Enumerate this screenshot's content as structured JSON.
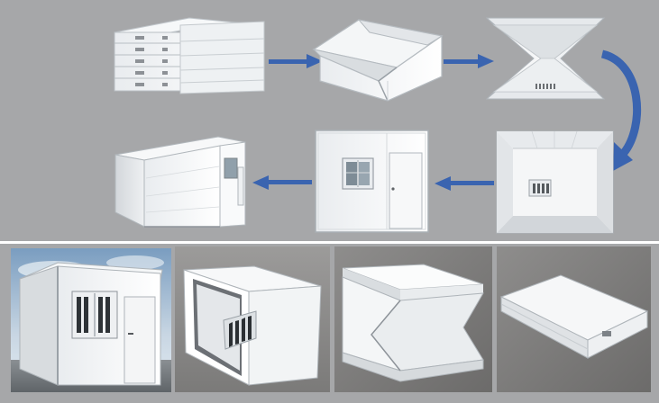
{
  "figure": {
    "background": "#a6a7a9",
    "arrow_color": "#3a64b0",
    "panel_white": "#f3f5f6",
    "panel_edge": "#cfd4d8",
    "metal_grey": "#8d9196",
    "sky_top": "#7a9dc0",
    "sky_bottom": "#e3ebf2",
    "floor_dark": "#6f6e6e"
  },
  "top_sequence": [
    {
      "step": 1,
      "state": "stacked-flat-panels"
    },
    {
      "step": 2,
      "state": "half-unfolded"
    },
    {
      "step": 3,
      "state": "frame-opening"
    },
    {
      "step": 4,
      "state": "open-frame-interior"
    },
    {
      "step": 5,
      "state": "closed-container-with-window-and-door"
    },
    {
      "step": 6,
      "state": "assembled-long-container"
    }
  ],
  "arrows": [
    {
      "from": 1,
      "to": 2,
      "icon": "arrow-right-icon"
    },
    {
      "from": 2,
      "to": 3,
      "icon": "arrow-right-icon"
    },
    {
      "from": 3,
      "to": 4,
      "icon": "curved-arrow-down-icon"
    },
    {
      "from": 4,
      "to": 5,
      "icon": "arrow-left-icon"
    },
    {
      "from": 5,
      "to": 6,
      "icon": "arrow-left-icon"
    }
  ],
  "photos": [
    {
      "state": "finished-unit-outdoors"
    },
    {
      "state": "open-side-frame"
    },
    {
      "state": "collapsing-walls"
    },
    {
      "state": "folded-flat-pack"
    }
  ]
}
